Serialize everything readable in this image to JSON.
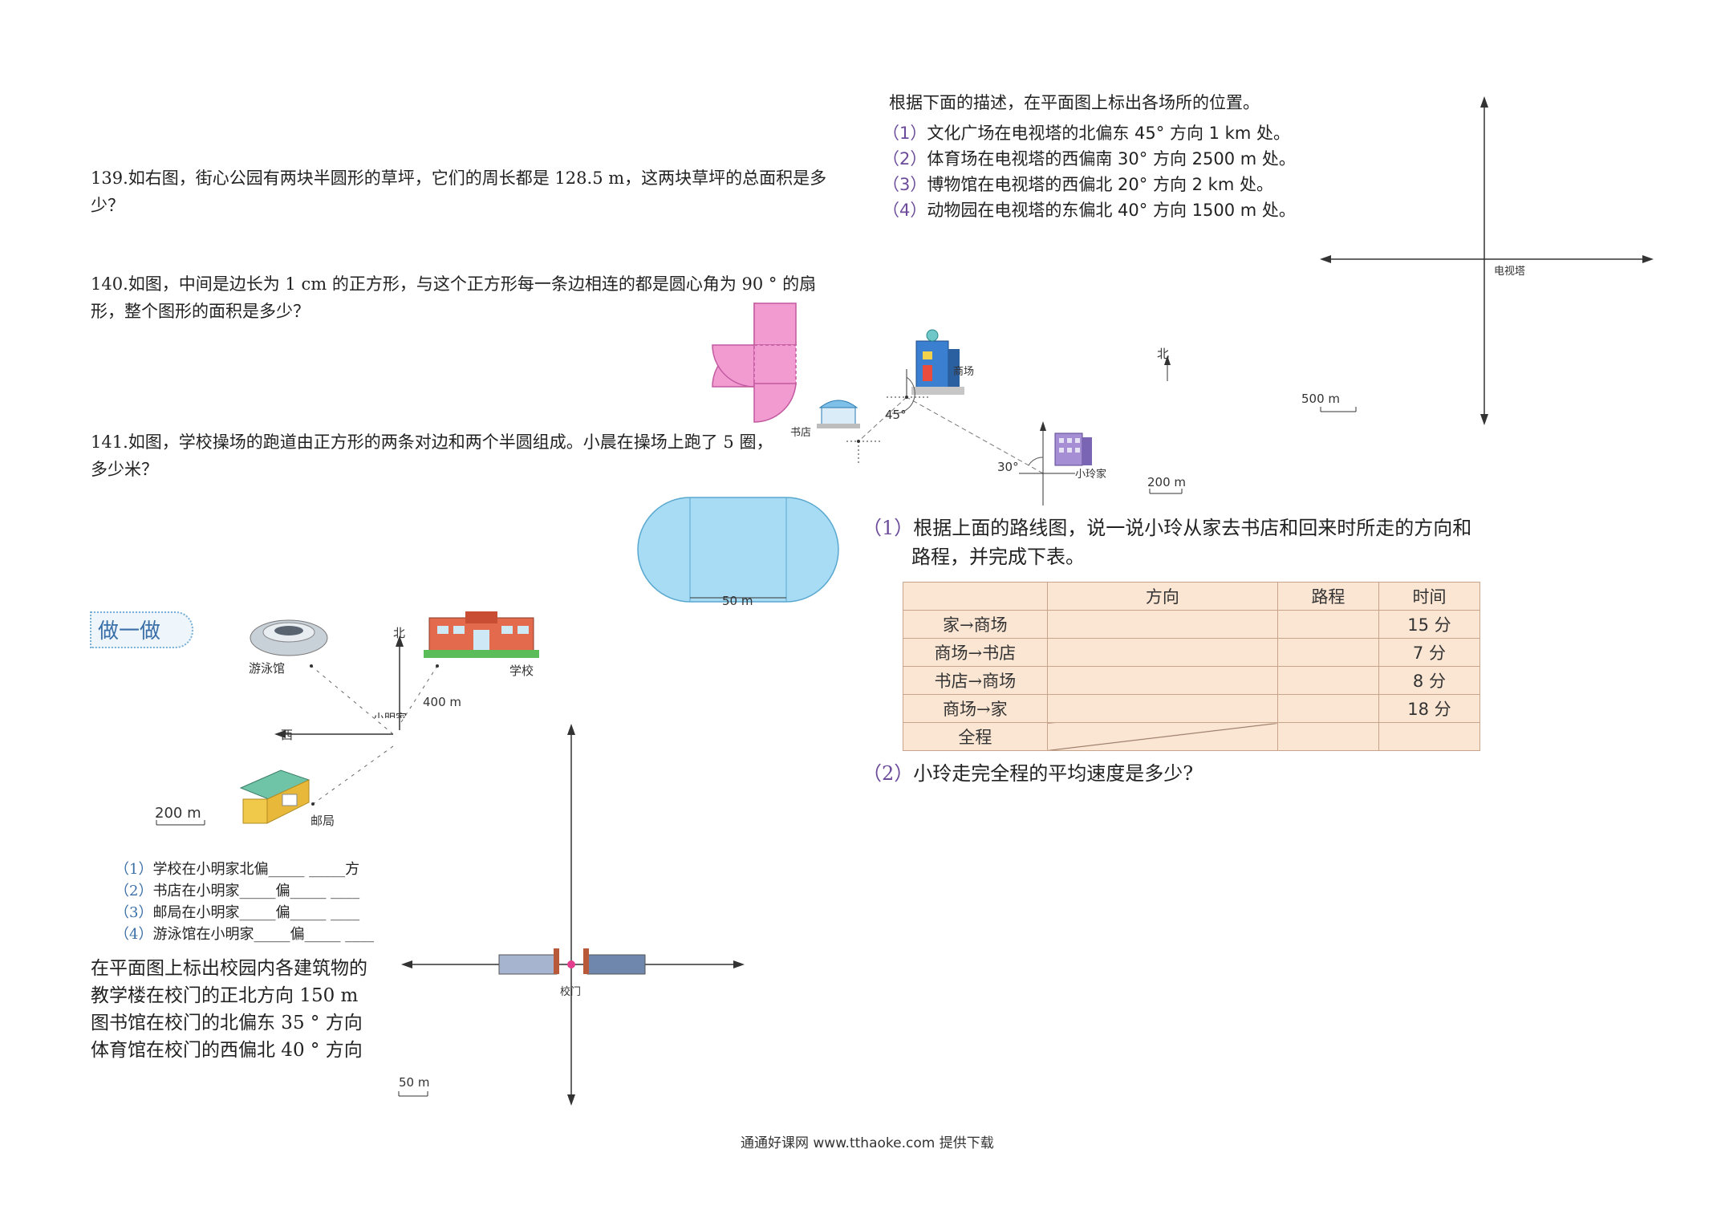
{
  "problems": {
    "p139": {
      "line1": "139.如右图，街心公园有两块半圆形的草坪，它们的周长都是 128.5  m，这两块草坪的总面积是多",
      "line2": "少？"
    },
    "p140": {
      "line1": "140.如图，中间是边长为 1  cm 的正方形，与这个正方形每一条边相连的都是圆心角为 90 °  的扇",
      "line2": "形，整个图形的面积是多少？"
    },
    "p141": {
      "line1": "141.如图，学校操场的跑道由正方形的两条对边和两个半圆组成。小晨在操场上跑了 5  圈，",
      "line2": "多少米？"
    }
  },
  "track": {
    "scale": "50 m"
  },
  "zuoyizuo": {
    "badge": "做一做",
    "north": "北",
    "west": "西",
    "swim": "游泳馆",
    "school": "学校",
    "post": "邮局",
    "home": "小明家",
    "dist": "400 m",
    "scale": "200 m",
    "questions": [
      {
        "num": "（1）",
        "text": "学校在小明家北偏_____ _____方"
      },
      {
        "num": "（2）",
        "text": "书店在小明家_____偏_____ ____"
      },
      {
        "num": "（3）",
        "text": "邮局在小明家_____偏_____ ____"
      },
      {
        "num": "（4）",
        "text": "游泳馆在小明家_____偏_____ ____"
      }
    ]
  },
  "campus": {
    "line1": "在平面图上标出校园内各建筑物的",
    "line2": "教学楼在校门的正北方向 150  m",
    "line3": "图书馆在校门的北偏东 35 °  方向",
    "line4": "体育馆在校门的西偏北 40 °  方向",
    "gate": "校门",
    "scale": "50 m"
  },
  "tower": {
    "intro": "根据下面的描述，在平面图上标出各场所的位置。",
    "items": [
      {
        "num": "（1）",
        "text": "文化广场在电视塔的北偏东 45° 方向 1 km 处。"
      },
      {
        "num": "（2）",
        "text": "体育场在电视塔的西偏南 30° 方向 2500 m 处。"
      },
      {
        "num": "（3）",
        "text": "博物馆在电视塔的西偏北 20° 方向 2 km 处。"
      },
      {
        "num": "（4）",
        "text": "动物园在电视塔的东偏北 40° 方向 1500 m 处。"
      }
    ],
    "center": "电视塔",
    "scale": "500 m"
  },
  "route": {
    "north": "北",
    "mall": "商场",
    "bookstore": "书店",
    "home": "小玲家",
    "angle1": "45°",
    "angle2": "30°",
    "scale": "200 m",
    "q1_num": "（1）",
    "q1_line1": "根据上面的路线图，说一说小玲从家去书店和回来时所走的方向和",
    "q1_line2": "路程，并完成下表。",
    "q2_num": "（2）",
    "q2_text": "小玲走完全程的平均速度是多少?",
    "table": {
      "headers": [
        "",
        "方向",
        "路程",
        "时间"
      ],
      "rows": [
        {
          "label": "家→商场",
          "time": "15 分"
        },
        {
          "label": "商场→书店",
          "time": "7 分"
        },
        {
          "label": "书店→商场",
          "time": "8 分"
        },
        {
          "label": "商场→家",
          "time": "18 分"
        },
        {
          "label": "全程",
          "time": ""
        }
      ]
    }
  },
  "footer": "通通好课网 www.tthaoke.com 提供下载"
}
